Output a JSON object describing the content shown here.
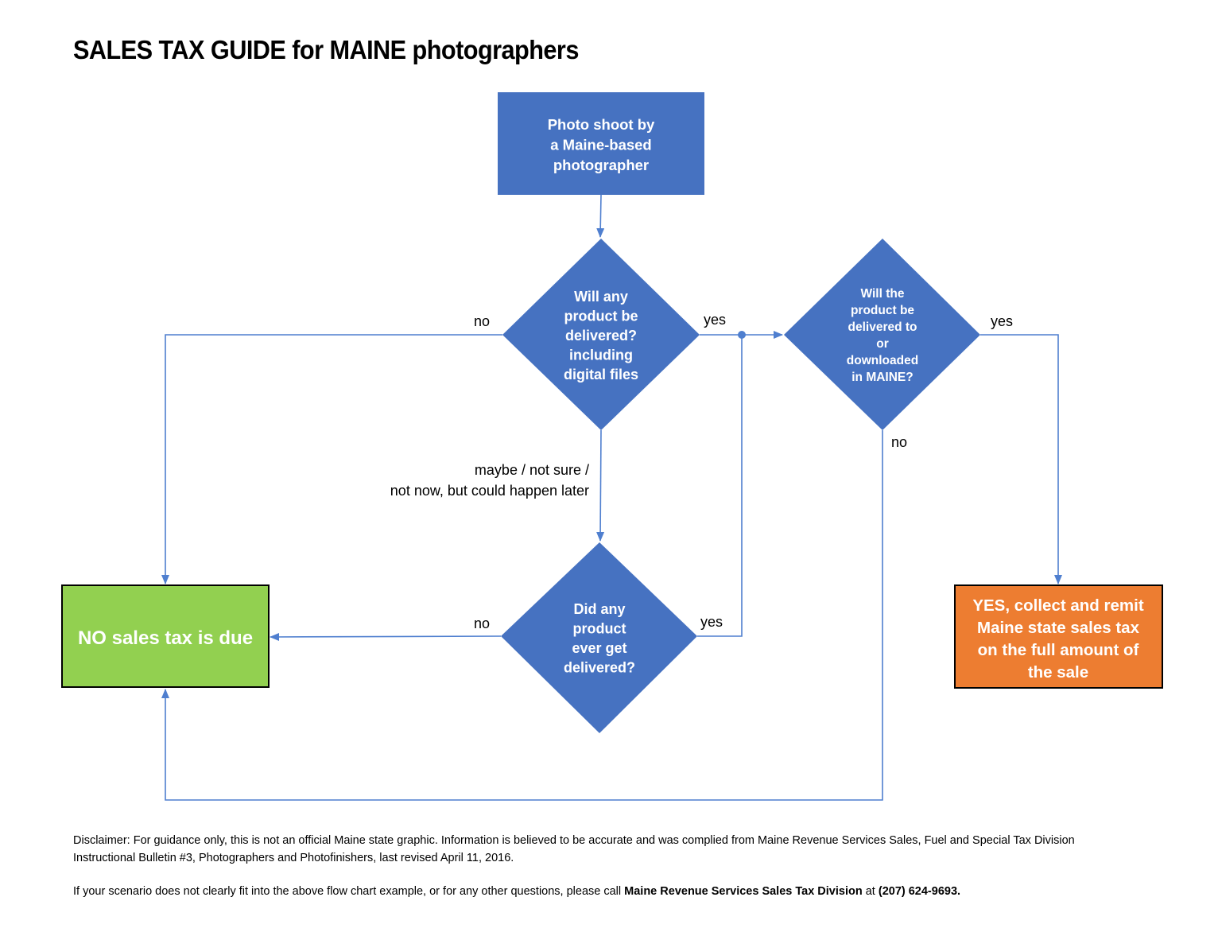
{
  "title": "SALES TAX GUIDE for MAINE photographers",
  "colors": {
    "blue": "#4672c1",
    "line": "#4f7fcf",
    "green": "#92d050",
    "orange": "#ed7d31"
  },
  "nodes": {
    "start": [
      "Photo shoot by",
      "a Maine-based",
      "photographer"
    ],
    "q_delivered": [
      "Will any",
      "product be",
      "delivered?",
      "including",
      "digital files"
    ],
    "q_maine": [
      "Will the",
      "product be",
      "delivered to",
      "or",
      "downloaded",
      "in  MAINE?"
    ],
    "q_ever": [
      "Did any",
      "product",
      "ever get",
      "delivered?"
    ],
    "no_tax": [
      "NO sales tax is due"
    ],
    "yes_tax": [
      "YES, collect and remit",
      "Maine state sales tax",
      "on the full amount of",
      "the sale"
    ]
  },
  "edge_labels": {
    "q1_no": "no",
    "q1_yes": "yes",
    "q1_maybe": [
      "maybe / not sure /",
      "not now, but could happen later"
    ],
    "q2_yes": "yes",
    "q2_no": "no",
    "q3_no": "no",
    "q3_yes": "yes"
  },
  "footer": {
    "disclaimer_line1": "Disclaimer: For guidance only, this is not an official Maine state graphic. Information is believed to be accurate and was complied from Maine Revenue Services Sales, Fuel and Special Tax Division",
    "disclaimer_line2": "Instructional Bulletin  #3, Photographers and Photofinishers, last revised April 11, 2016.",
    "contact_prefix": "If your scenario does not clearly fit into the above flow chart example, or for any other questions, please call ",
    "contact_org": "Maine Revenue Services Sales Tax Division",
    "contact_mid": " at ",
    "contact_phone": "(207) 624-9693."
  }
}
